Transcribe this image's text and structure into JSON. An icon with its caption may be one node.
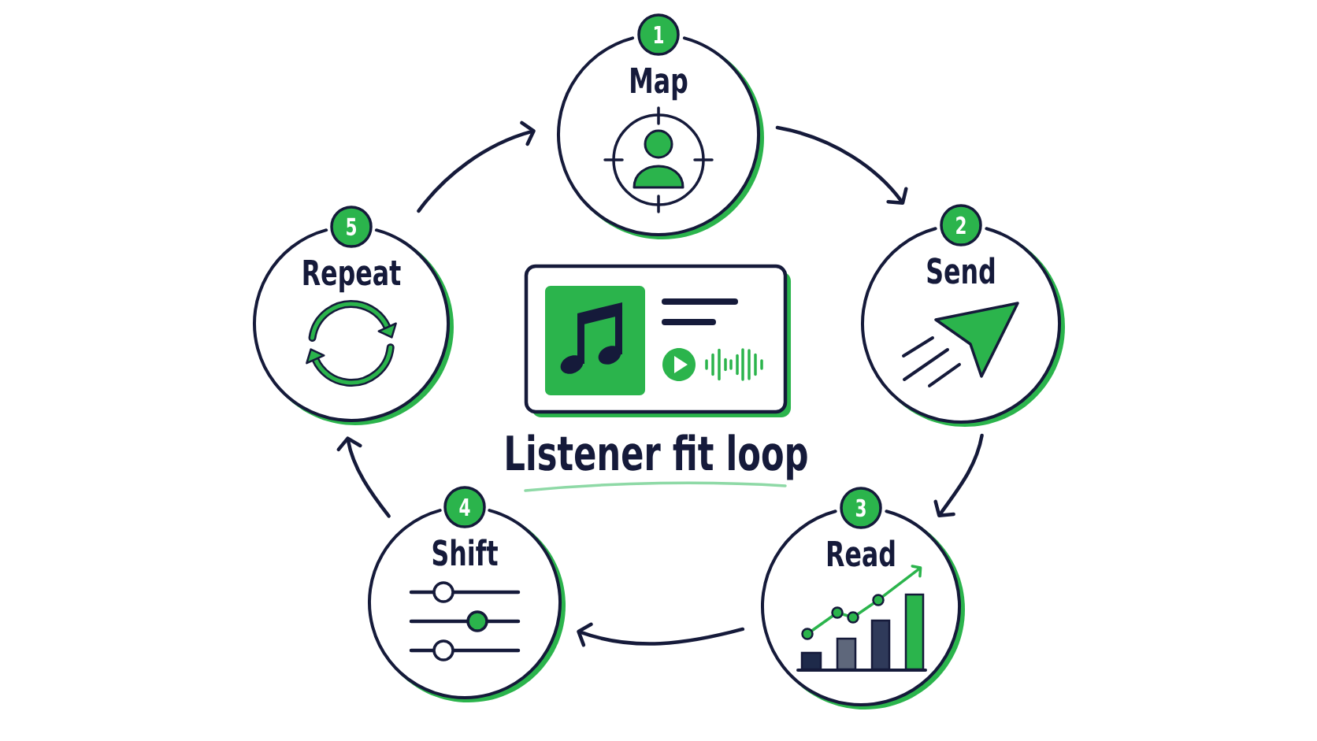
{
  "diagram": {
    "title": "Listener fit loop",
    "nodes": [
      {
        "text": [
          "1"
        ]
      },
      {
        "text": [
          "Map"
        ]
      },
      {
        "text": [
          "2"
        ]
      },
      {
        "text": [
          "Send"
        ]
      },
      {
        "text": [
          "3"
        ]
      },
      {
        "text": [
          "Read"
        ]
      },
      {
        "text": [
          "4"
        ]
      },
      {
        "text": [
          "Shift"
        ]
      },
      {
        "text": [
          "5"
        ]
      },
      {
        "text": [
          "Repeat"
        ]
      }
    ],
    "edges": [
      {
        "from": 1,
        "to": 3,
        "arrow": "to"
      },
      {
        "from": 3,
        "to": 5,
        "arrow": "to"
      },
      {
        "from": 5,
        "to": 7,
        "arrow": "to"
      },
      {
        "from": 7,
        "to": 9,
        "arrow": "to"
      },
      {
        "from": 9,
        "to": 1,
        "arrow": "to"
      }
    ]
  }
}
